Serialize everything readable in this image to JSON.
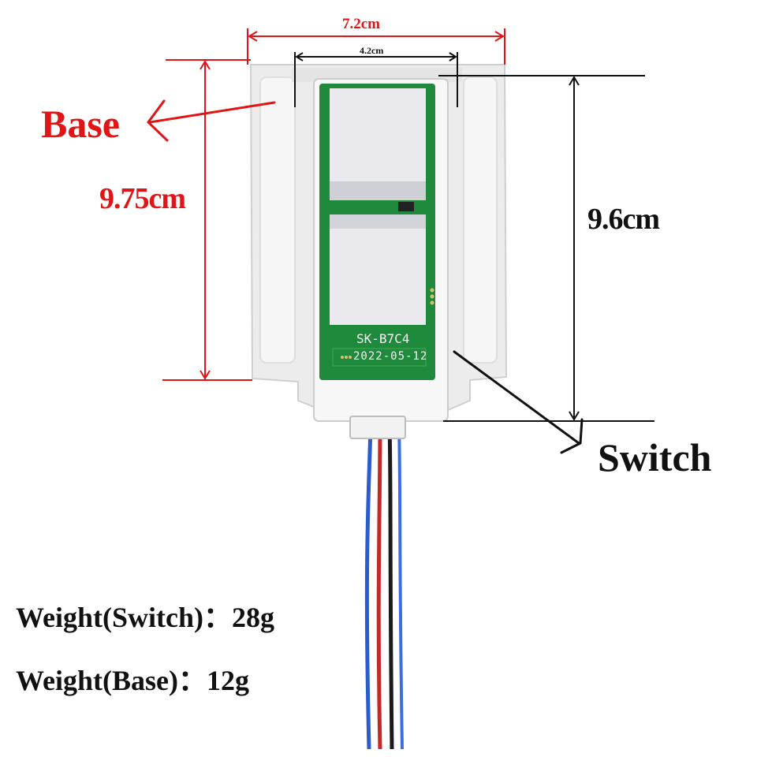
{
  "labels": {
    "base": "Base",
    "base_height": "9.75cm",
    "base_width": "7.2cm",
    "inner_width": "4.2cm",
    "switch_height": "9.6cm",
    "switch": "Switch"
  },
  "pcb": {
    "model": "SK-B7C4",
    "date": "2022-05-12"
  },
  "specs": {
    "weight_switch": "Weight(Switch)：28g",
    "weight_base": "Weight(Base)：12g"
  },
  "colors": {
    "annotation_red": "#e01515",
    "annotation_black": "#111111",
    "pcb_green": "#1f8a3c",
    "base_plastic": "#eeeeee",
    "wire_blue": "#2a5bd0",
    "wire_red": "#c62828",
    "wire_black": "#1a1a1a"
  }
}
